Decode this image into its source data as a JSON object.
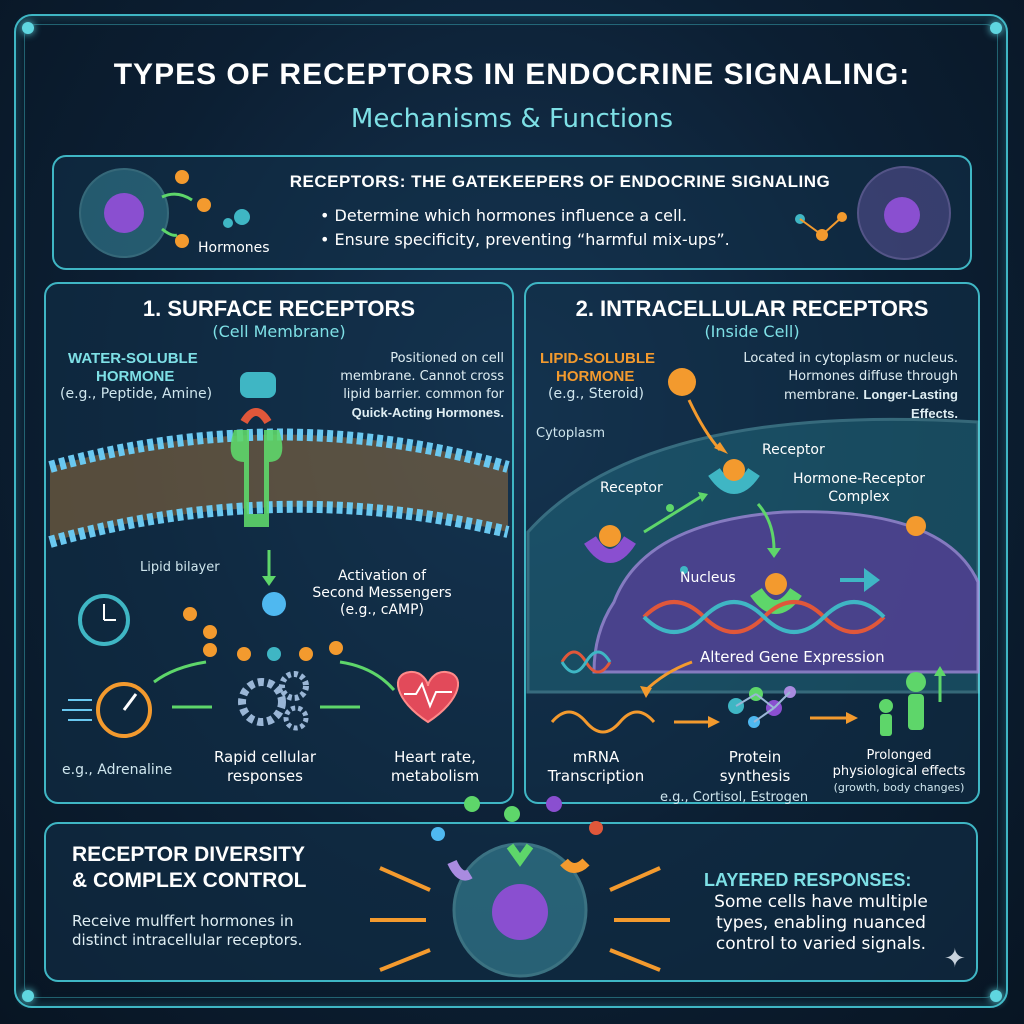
{
  "title": "TYPES OF RECEPTORS IN ENDOCRINE SIGNALING:",
  "subtitle": "Mechanisms & Functions",
  "intro": {
    "heading": "RECEPTORS: THE GATEKEEPERS OF ENDOCRINE SIGNALING",
    "hormones_label": "Hormones",
    "bullets": [
      "• Determine which hormones influence a cell.",
      "• Ensure specificity, preventing “harmful mix-ups”."
    ]
  },
  "surface": {
    "heading": "1. SURFACE RECEPTORS",
    "subheading": "(Cell Membrane)",
    "hormone_title_1": "WATER-SOLUBLE",
    "hormone_title_2": "HORMONE",
    "hormone_example": "(e.g., Peptide, Amine)",
    "desc_1": "Positioned on cell",
    "desc_2": "membrane. Cannot cross",
    "desc_3": "lipid barrier. common for",
    "desc_4": "Quick-Acting Hormones.",
    "lipid_label": "Lipid bilayer",
    "activation_1": "Activation of",
    "activation_2": "Second Messengers",
    "activation_3": "(e.g., cAMP)",
    "example": "e.g., Adrenaline",
    "rapid_1": "Rapid cellular",
    "rapid_2": "responses",
    "heart_1": "Heart rate,",
    "heart_2": "metabolism"
  },
  "intracellular": {
    "heading": "2. INTRACELLULAR RECEPTORS",
    "subheading": "(Inside Cell)",
    "hormone_title_1": "LIPID-SOLUBLE",
    "hormone_title_2": "HORMONE",
    "hormone_example": "(e.g., Steroid)",
    "desc_1": "Located in cytoplasm or nucleus.",
    "desc_2": "Hormones diffuse through",
    "desc_3": "membrane.",
    "desc_4": "Longer-Lasting",
    "desc_5": "Effects.",
    "cytoplasm": "Cytoplasm",
    "receptor_top": "Receptor",
    "complex_1": "Hormone-Receptor",
    "complex_2": "Complex",
    "receptor_left": "Receptor",
    "nucleus": "Nucleus",
    "gene_expression": "Altered Gene Expression",
    "mrna_1": "mRNA",
    "mrna_2": "Transcription",
    "protein_1": "Protein",
    "protein_2": "synthesis",
    "prolonged_1": "Prolonged",
    "prolonged_2": "physiological effects",
    "prolonged_3": "(growth, body changes)",
    "example": "e.g., Cortisol, Estrogen"
  },
  "diversity": {
    "heading_1": "RECEPTOR DIVERSITY",
    "heading_2": "& COMPLEX CONTROL",
    "text_1": "Receive mulffert hormones in",
    "text_2": "distinct intracellular receptors.",
    "layered_heading": "LAYERED RESPONSES:",
    "layered_1": "Some cells have multiple",
    "layered_2": "types, enabling nuanced",
    "layered_3": "control to varied signals."
  },
  "colors": {
    "accent": "#3fb6c4",
    "teal_text": "#7ee0e6",
    "orange": "#f39a2e",
    "green": "#5ed66a",
    "purple": "#8a4fd0"
  }
}
